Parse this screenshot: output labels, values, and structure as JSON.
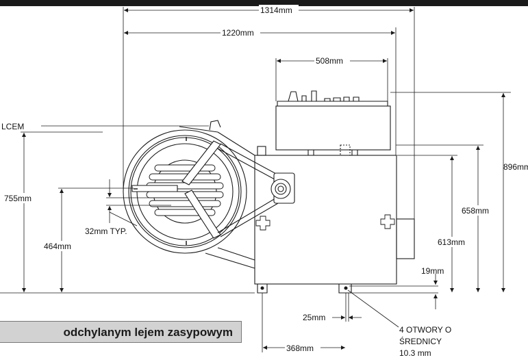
{
  "dimensions": {
    "overall_width": "1314mm",
    "body_width": "1220mm",
    "panel_width": "508mm",
    "total_height": "896mm",
    "body_height": "658mm",
    "lower_height": "613mm",
    "foot_height": "19mm",
    "hopper_height": "755mm",
    "axis_height": "464mm",
    "slot_spacing": "32mm TYP.",
    "foot_offset": "25mm",
    "foot_spacing": "368mm"
  },
  "labels": {
    "hopper_callout": "LCEM",
    "holes_line1": "4 OTWORY O",
    "holes_line2": "ŚREDNICY",
    "holes_line3": "10.3 mm"
  },
  "caption": "odchylanym lejem zasypowym",
  "colors": {
    "line": "#1a1a1a",
    "caption_bg": "#d2d2d2",
    "top_bar": "#1a1a1a"
  }
}
